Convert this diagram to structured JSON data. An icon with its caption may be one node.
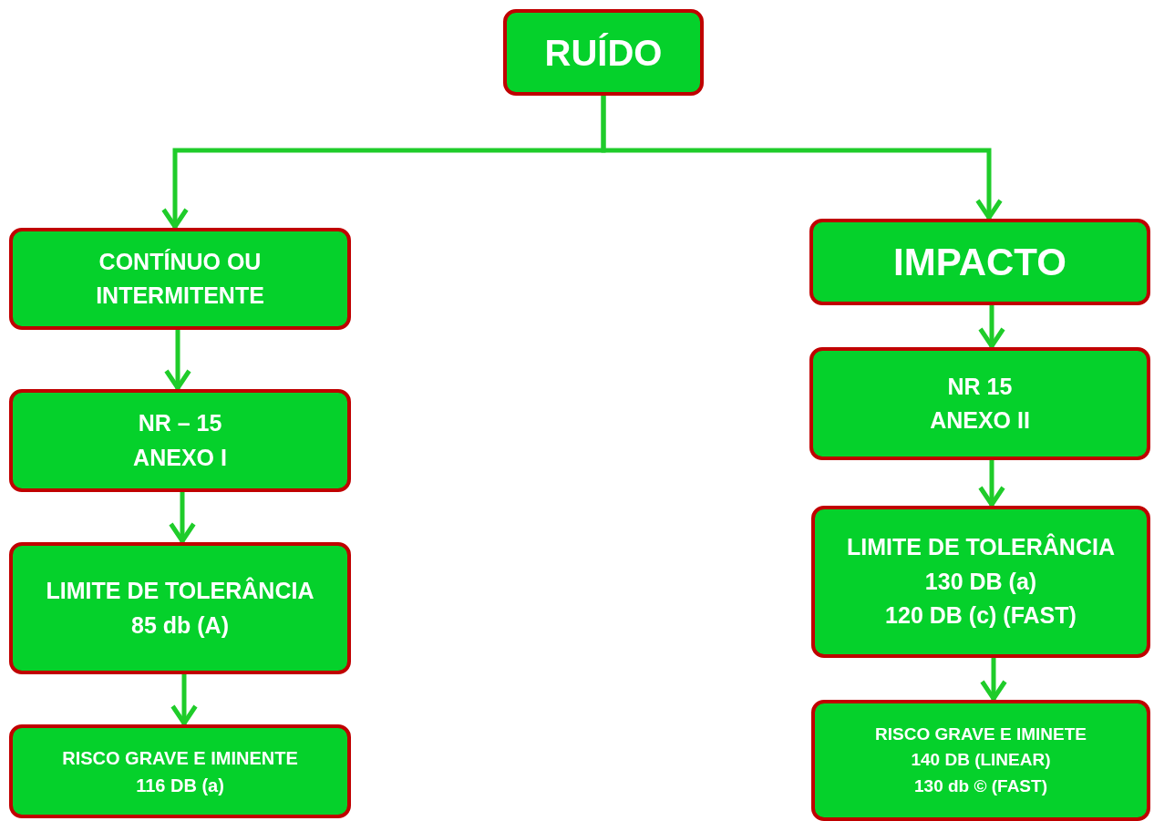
{
  "diagram": {
    "nodes": [
      {
        "text": [
          "RUÍDO"
        ]
      },
      {
        "text": [
          "CONTÍNUO OU INTERMITENTE"
        ]
      },
      {
        "text": [
          "NR – 15",
          "ANEXO I"
        ]
      },
      {
        "text": [
          "LIMITE DE TOLERÂNCIA",
          "85 db (A)"
        ]
      },
      {
        "text": [
          "RISCO GRAVE E IMINENTE",
          "116 DB (a)"
        ]
      },
      {
        "text": [
          "IMPACTO"
        ]
      },
      {
        "text": [
          "NR 15",
          "ANEXO II"
        ]
      },
      {
        "text": [
          "LIMITE DE TOLERÂNCIA",
          "130 DB (a)",
          "120 DB (c) (FAST)"
        ]
      },
      {
        "text": [
          "RISCO GRAVE E IMINETE",
          "140 DB (LINEAR)",
          "130 db © (FAST)"
        ]
      }
    ],
    "edges": [
      {
        "from": 0,
        "to": 1,
        "arrow": "to"
      },
      {
        "from": 0,
        "to": 5,
        "arrow": "to"
      },
      {
        "from": 1,
        "to": 2,
        "arrow": "to"
      },
      {
        "from": 2,
        "to": 3,
        "arrow": "to"
      },
      {
        "from": 3,
        "to": 4,
        "arrow": "to"
      },
      {
        "from": 5,
        "to": 6,
        "arrow": "to"
      },
      {
        "from": 6,
        "to": 7,
        "arrow": "to"
      },
      {
        "from": 7,
        "to": 8,
        "arrow": "to"
      }
    ]
  }
}
